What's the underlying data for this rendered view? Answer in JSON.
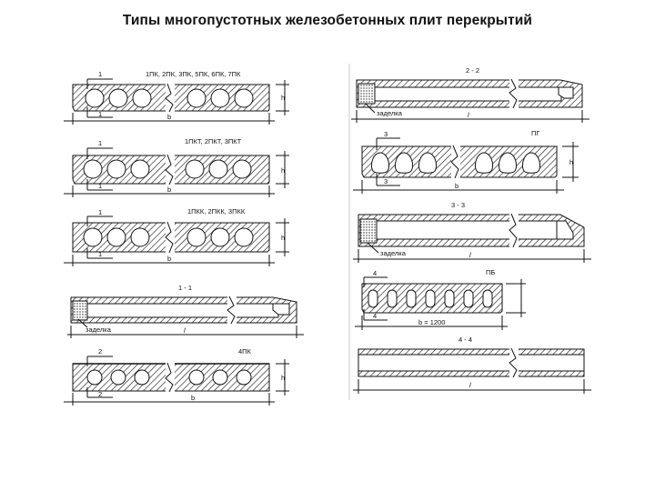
{
  "title": "Типы многопустотных железобетонных плит перекрытий",
  "labels": {
    "p1_top": "1ПК, 2ПК, 3ПК, 5ПК, 6ПК, 7ПК",
    "p2_top": "1ПКТ, 2ПКТ, 3ПКТ",
    "p3_top": "1ПКК, 2ПКК, 3ПКК",
    "p5_top": "4ПК",
    "sec_1_1": "1 - 1",
    "sec_2_2": "2 - 2",
    "sec_3_3": "3 - 3",
    "sec_4_4": "4 - 4",
    "pg": "ПГ",
    "pb": "ПБ",
    "zadelka": "заделка",
    "mark_1": "1",
    "mark_2": "2",
    "mark_3": "3",
    "mark_4": "4",
    "dim_h": "h",
    "dim_b": "b",
    "dim_l": "l",
    "dim_b1200": "b = 1200"
  }
}
